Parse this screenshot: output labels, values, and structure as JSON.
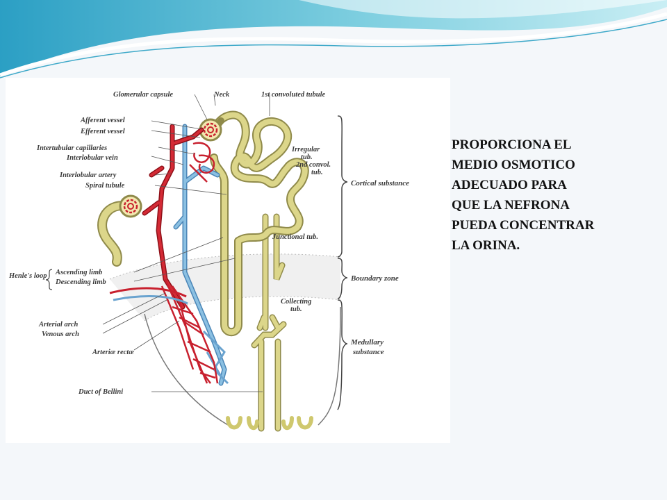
{
  "slide": {
    "background": "#f4f7fa",
    "header_colors": {
      "wave_dark": "#3ea9c9",
      "wave_light": "#bfe6ef",
      "wave_white": "#ffffff"
    }
  },
  "diagram": {
    "labels": {
      "glomerular_capsule": "Glomerular capsule",
      "neck": "Neck",
      "first_convoluted": "1st convoluted tubule",
      "afferent_vessel": "Afferent vessel",
      "efferent_vessel": "Efferent vessel",
      "intertubular_capillaries": "Intertubular capillaries",
      "interlobular_vein": "Interlobular vein",
      "interlobular_artery": "Interlobular artery",
      "spiral_tubule": "Spiral tubule",
      "henles_loop": "Henle's loop",
      "ascending_limb": "Ascending limb",
      "descending_limb": "Descending limb",
      "arterial_arch": "Arterial arch",
      "venous_arch": "Venous arch",
      "arteriae_rectae": "Arteriæ rectæ",
      "duct_of_bellini": "Duct of Bellini",
      "irregular_tub_1": "Irregular",
      "irregular_tub_2": "tub.",
      "second_convol_1": "2nd convol.",
      "second_convol_2": "tub.",
      "junctional_tub": "Junctional tub.",
      "collecting_tub_1": "Collecting",
      "collecting_tub_2": "tub.",
      "cortical_substance": "Cortical substance",
      "boundary_zone": "Boundary zone",
      "medullary_1": "Medullary",
      "medullary_2": "substance"
    },
    "colors": {
      "tubule": "#dcd68a",
      "tubule_edge": "#8f8a4a",
      "artery": "#c8202e",
      "vein": "#6aa3cf",
      "line": "#555555"
    }
  },
  "caption": {
    "lines": [
      "PROPORCIONA EL",
      "MEDIO OSMOTICO",
      "ADECUADO PARA",
      "QUE LA NEFRONA",
      "PUEDA CONCENTRAR",
      "LA ORINA."
    ]
  }
}
